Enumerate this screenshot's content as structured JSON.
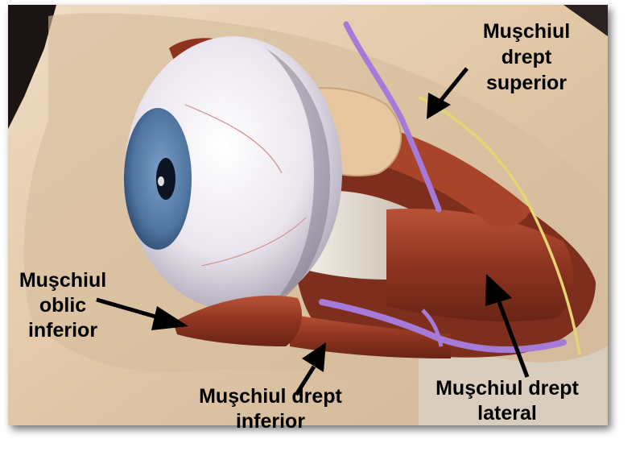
{
  "labels": {
    "superior": {
      "line1": "Muşchiul",
      "line2": "drept",
      "line3": "superior"
    },
    "oblic": {
      "line1": "Muşchiul",
      "line2": "oblic",
      "line3": "inferior"
    },
    "inferior": {
      "line1": "Muşchiul drept",
      "line2": "inferior"
    },
    "lateral": {
      "line1": "Muşchiul drept",
      "line2": "lateral"
    }
  },
  "colors": {
    "background_skin": "#e2c9a8",
    "sclera": "#ece8ee",
    "iris": "#5a7ea8",
    "muscle": "#9a3a24",
    "tendon": "#ddd4c8",
    "nerve_purple": "#a57ad8",
    "nerve_yellow": "#e6d574",
    "fat_pad": "#e8c7a0",
    "arrow": "#000000"
  }
}
